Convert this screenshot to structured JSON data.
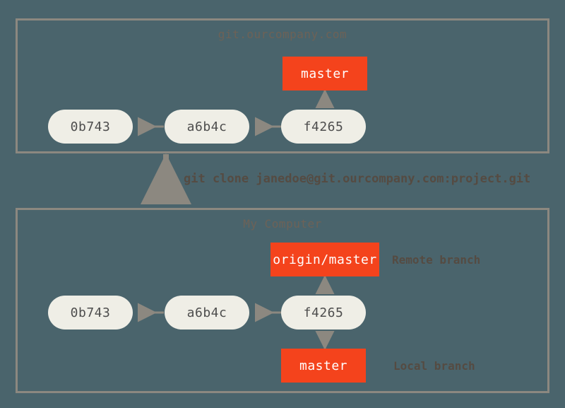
{
  "diagram": {
    "title_remote": "git.ourcompany.com",
    "title_local": "My Computer",
    "clone_command": "git clone janedoe@git.ourcompany.com:project.git",
    "colors": {
      "background": "#4a646c",
      "panel_border": "#8c8880",
      "commit_fill": "#efeee6",
      "commit_text": "#4d4d4d",
      "branch_fill": "#f4431c",
      "branch_text": "#ffffff",
      "arrow": "#8c8880",
      "label_text": "#554b42",
      "title_text": "#6d6257"
    },
    "remote_panel": {
      "commits": [
        {
          "id": "0b743"
        },
        {
          "id": "a6b4c"
        },
        {
          "id": "f4265"
        }
      ],
      "branches": [
        {
          "name": "master",
          "points_to": "f4265"
        }
      ]
    },
    "local_panel": {
      "commits": [
        {
          "id": "0b743"
        },
        {
          "id": "a6b4c"
        },
        {
          "id": "f4265"
        }
      ],
      "branches": [
        {
          "name": "origin/master",
          "points_to": "f4265",
          "kind_label": "Remote branch"
        },
        {
          "name": "master",
          "points_to": "f4265",
          "kind_label": "Local branch"
        }
      ],
      "labels": {
        "remote_branch": "Remote branch",
        "local_branch": "Local branch"
      }
    }
  }
}
